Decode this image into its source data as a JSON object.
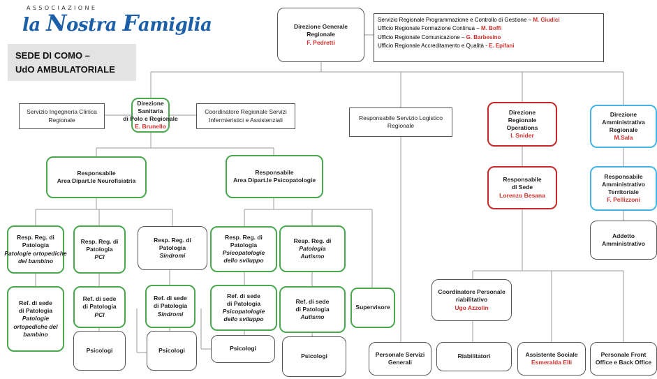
{
  "logo": {
    "tagline": "ASSOCIAZIONE",
    "la": "la",
    "nostra_initial": "N",
    "nostra_rest": "ostra",
    "famiglia_initial": "F",
    "famiglia_rest": "amiglia"
  },
  "sede": {
    "line1": "SEDE DI COMO –",
    "line2": "UdO AMBULATORIALE"
  },
  "direzione_generale": {
    "title1": "Direzione Generale",
    "title2": "Regionale",
    "name": "F. Pedretti"
  },
  "servizi_regionali": [
    {
      "text": "Servizio Regionale Programmazione e Controllo di Gestione – ",
      "name": "M. Giudici"
    },
    {
      "text": "Ufficio Regionale Formazione Continua – ",
      "name": "M. Boffi"
    },
    {
      "text": "Ufficio Regionale Comunicazione – ",
      "name": "G. Barbesino"
    },
    {
      "text": "Ufficio Regionale Accreditamento e Qualità  - ",
      "name": "E. Epifani"
    }
  ],
  "ingegneria": {
    "line1": "Servizio Ingegneria Clinica",
    "line2": "Regionale"
  },
  "direzione_sanitaria": {
    "l1": "Direzione",
    "l2": "Sanitaria",
    "l3": "di Polo e Regionale",
    "name": "E. Brunello"
  },
  "coordinatore_servizi": {
    "line1": "Coordinatore Regionale Servizi",
    "line2": "Infermieristici e Assistenziali"
  },
  "logistico": {
    "line1": "Responsabile Servizio Logistico",
    "line2": "Regionale"
  },
  "direzione_operations": {
    "l1": "Direzione",
    "l2": "Regionale",
    "l3": "Operations",
    "name": "I. Snider"
  },
  "direzione_amministrativa": {
    "l1": "Direzione",
    "l2": "Amministrativa",
    "l3": "Regionale",
    "name": "M.Sala"
  },
  "resp_neuro": {
    "l1": "Responsabile",
    "l2": "Area Dipart.le Neurofisiatria"
  },
  "resp_psico": {
    "l1": "Responsabile",
    "l2": "Area Dipart.le Psicopatologie"
  },
  "resp_sede": {
    "l1": "Responsabile",
    "l2": "di Sede",
    "name": "Lorenzo Besana"
  },
  "resp_amm": {
    "l1": "Responsabile",
    "l2": "Amministrativo",
    "l3": "Territoriale",
    "name": "F. Pellizzoni"
  },
  "addetto": {
    "l1": "Addetto",
    "l2": "Amministrativo"
  },
  "resp_ortopediche": {
    "l1": "Resp. Reg. di",
    "l2": "Patologia",
    "i1": "Patologie ortopediche",
    "i2": "del bambino"
  },
  "resp_pci": {
    "l1": "Resp. Reg. di",
    "l2": "Patologia",
    "i1": "PCI"
  },
  "resp_sindromi": {
    "l1": "Resp. Reg. di Patologia",
    "i1": "Sindromi"
  },
  "resp_sviluppo": {
    "l1": "Resp. Reg. di Patologia",
    "i1": "Psicopatologie",
    "i2": "dello sviluppo"
  },
  "resp_autismo": {
    "l1": "Resp. Reg. di ",
    "l1i": "Patologia",
    "i1": "Autismo"
  },
  "ref_ortopediche": {
    "l1": "Ref. di sede",
    "l2": "di Patologia",
    "i1": "Patologie",
    "i2": "ortopediche del",
    "i3": "bambino"
  },
  "ref_pci": {
    "l1": "Ref. di sede",
    "l2": "di Patologia",
    "i1": "PCI"
  },
  "ref_sindromi": {
    "l1": "Ref. di sede",
    "l2": "di Patologia",
    "i1": "Sindromi"
  },
  "ref_sviluppo": {
    "l1": "Ref. di sede",
    "l2": "di Patologia",
    "i1": "Psicopatologie",
    "i2": "dello sviluppo"
  },
  "ref_autismo": {
    "l1": "Ref. di sede",
    "l2": "di Patologia",
    "i1": "Autismo"
  },
  "supervisore": "Supervisore",
  "psicologi": "Psicologi",
  "coordinatore_personale": {
    "l1": "Coordinatore Personale",
    "l2": "riabilitativo",
    "name": "Ugo Azzolin"
  },
  "personale_servizi": {
    "l1": "Personale Servizi",
    "l2": "Generali"
  },
  "riabilitatori": "Riabilitatori",
  "assistente": {
    "l1": "Assistente Sociale",
    "name": "Esmeralda Elli"
  },
  "front_office": {
    "l1": "Personale Front",
    "l2": "Office e Back Office"
  },
  "colors": {
    "green": "#49a74d",
    "red": "#c62828",
    "blue": "#42b4e6",
    "brand": "#1a5fa8",
    "name_red": "#d0312d"
  }
}
